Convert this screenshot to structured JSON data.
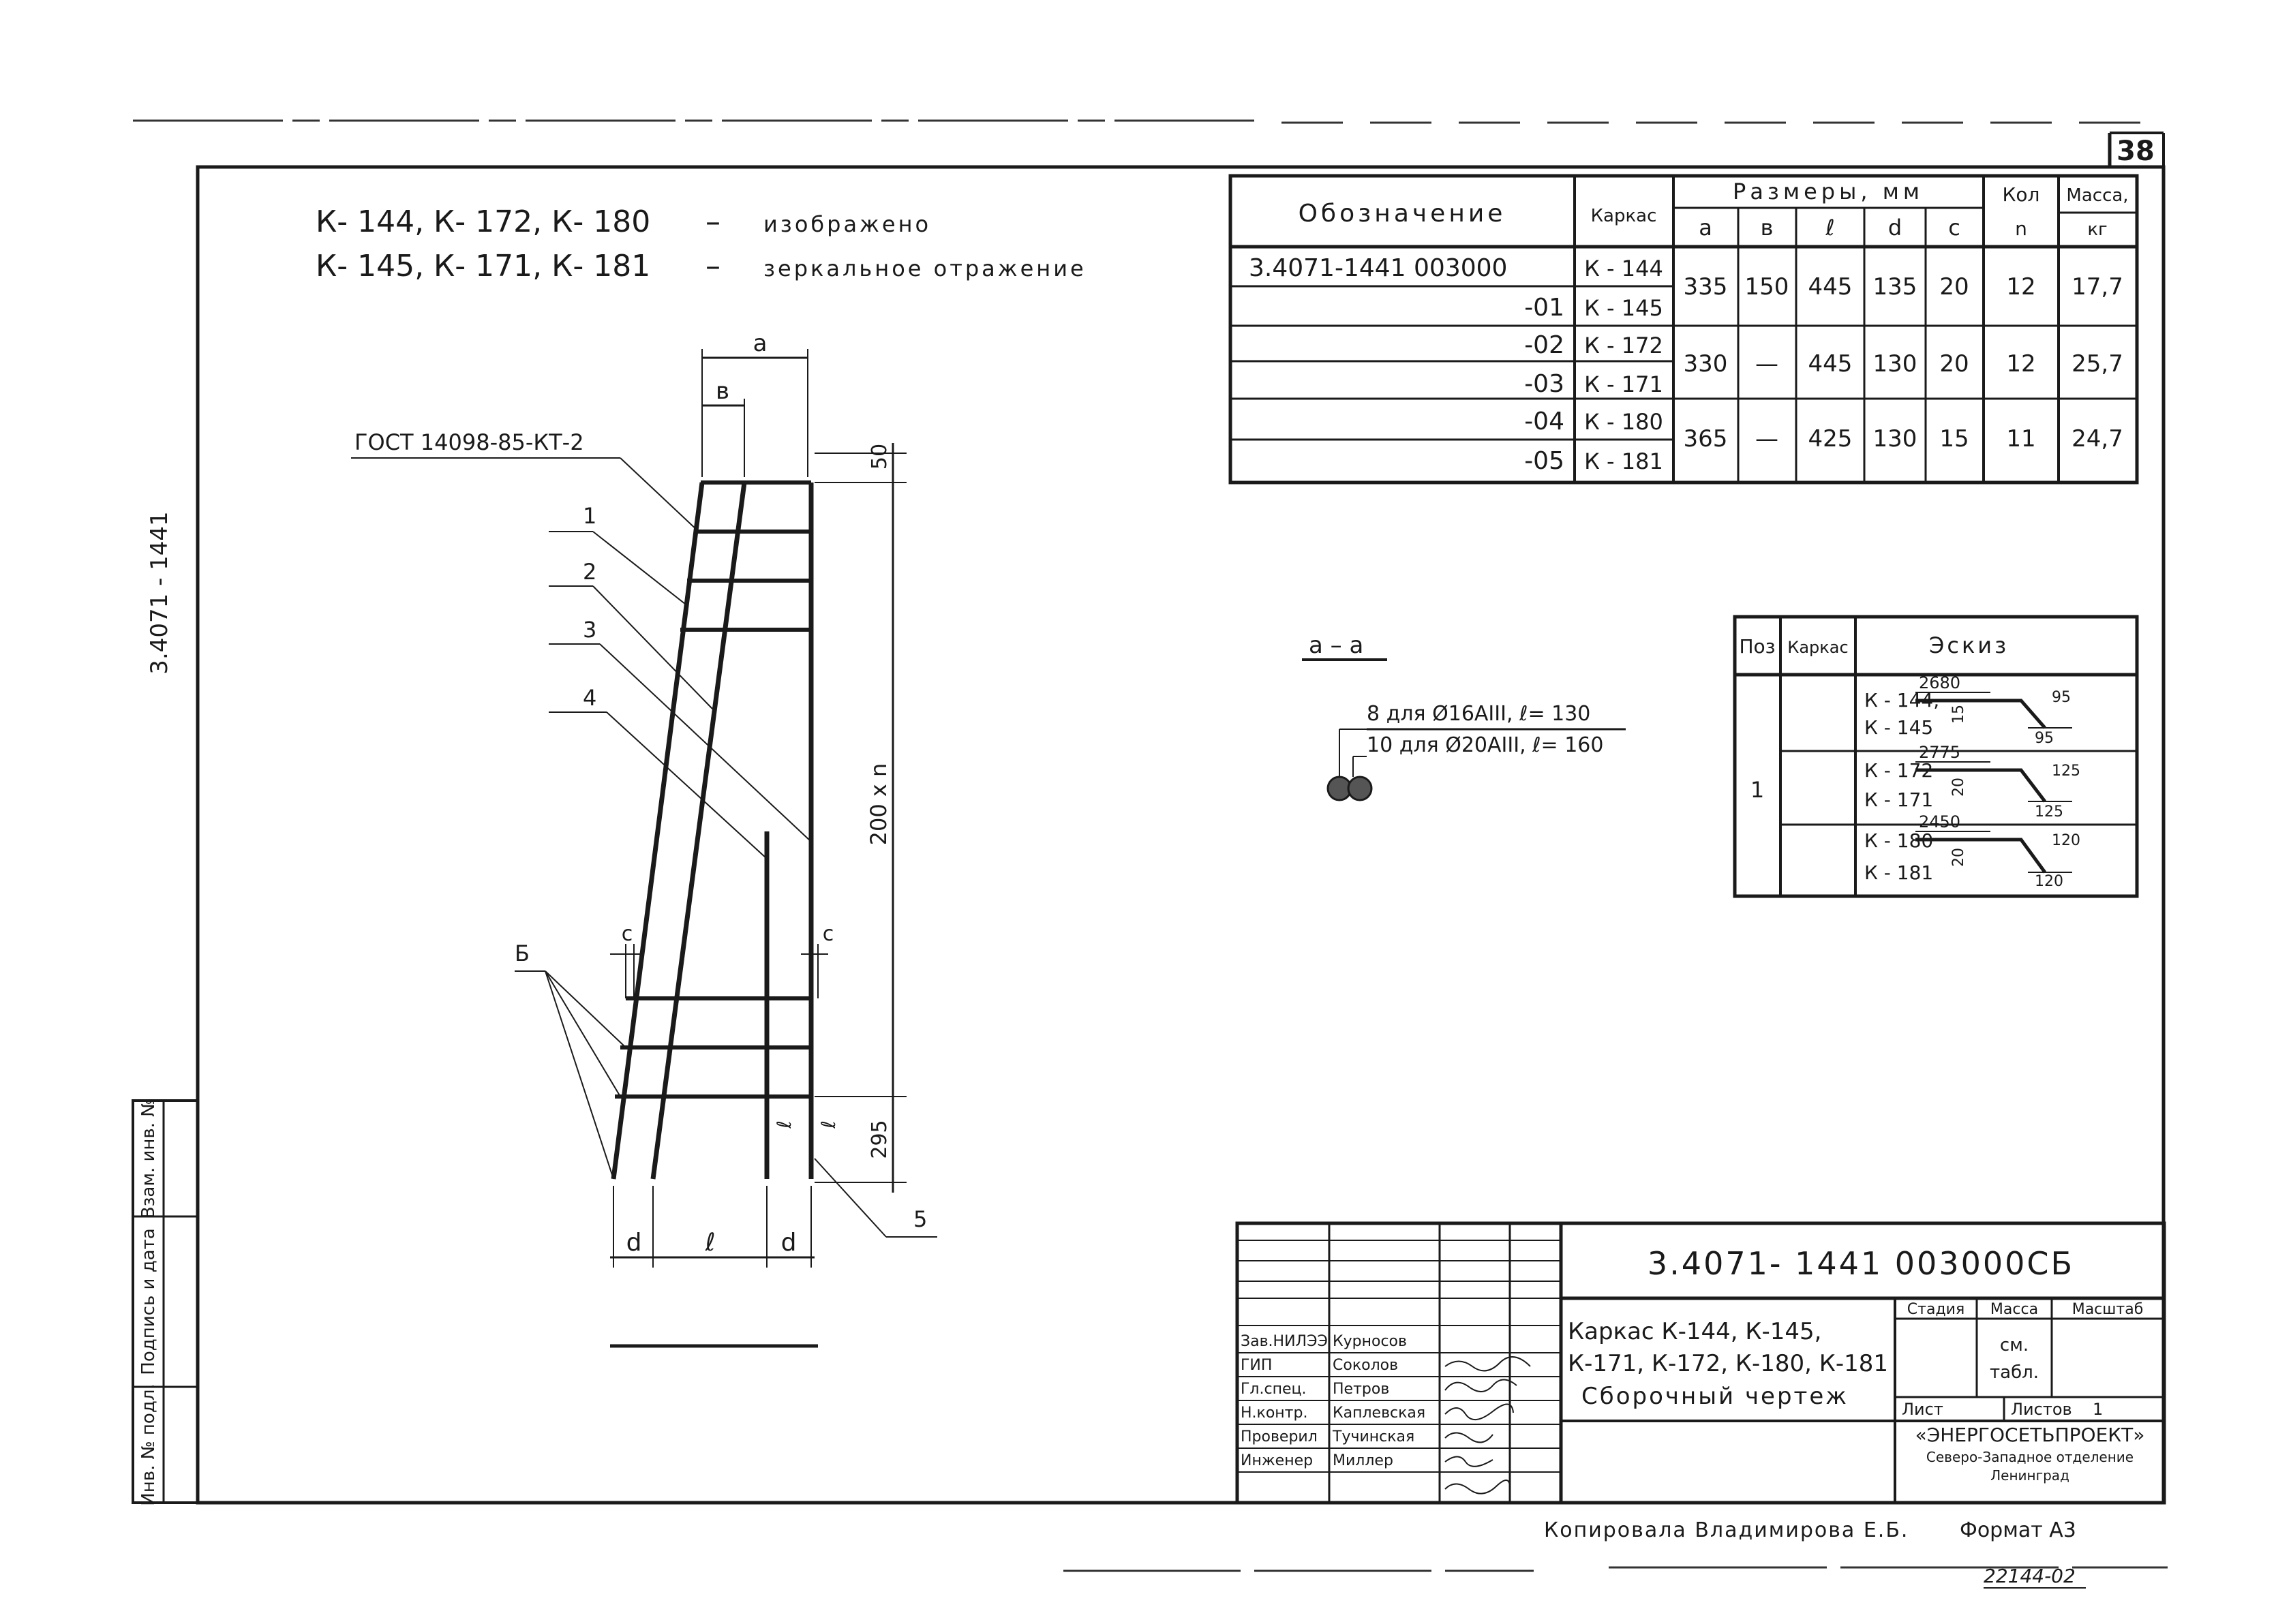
{
  "sheet_number": "38",
  "side_code": "3.4071 - 1441",
  "header_lines": [
    {
      "marks": "К- 144,  К- 172,  К- 180",
      "dash": "–",
      "text": "изображено"
    },
    {
      "marks": "К- 145,  К- 171,  К- 181",
      "dash": "–",
      "text": "зеркальное   отражение"
    }
  ],
  "main_table": {
    "headers": {
      "designation": "Обозначение",
      "frame": "Каркас",
      "dims": "Размеры, мм",
      "dim_cols": [
        "a",
        "в",
        "ℓ",
        "d",
        "c"
      ],
      "qty": "Кол",
      "qty_sub": "n",
      "mass": "Масса,",
      "mass_sub": "кг"
    },
    "designations": [
      "3.4071-1441 003000",
      "-01",
      "-02",
      "-03",
      "-04",
      "-05"
    ],
    "frames": [
      "К - 144",
      "К - 145",
      "К - 172",
      "К - 171",
      "К - 180",
      "К - 181"
    ],
    "groups": [
      {
        "a": "335",
        "b": "150",
        "l": "445",
        "d": "135",
        "c": "20",
        "n": "12",
        "mass": "17,7"
      },
      {
        "a": "330",
        "b": "—",
        "l": "445",
        "d": "130",
        "c": "20",
        "n": "12",
        "mass": "25,7"
      },
      {
        "a": "365",
        "b": "—",
        "l": "425",
        "d": "130",
        "c": "15",
        "n": "11",
        "mass": "24,7"
      }
    ]
  },
  "drawing": {
    "gost_label": "ГОСТ 14098-85-КТ-2",
    "callouts": [
      "1",
      "2",
      "3",
      "4",
      "5",
      "Б"
    ],
    "dims": {
      "a": "a",
      "b": "в",
      "top": "50",
      "span": "200 x n",
      "bottom": "295",
      "c_left": "c",
      "c_right": "c",
      "d_left": "d",
      "l": "ℓ",
      "d_right": "d",
      "l_small_1": "ℓ",
      "l_small_2": "ℓ"
    }
  },
  "section": {
    "title": "а – а",
    "note1": "8 для Ø16АIII,  ℓ= 130",
    "note2": "10 для Ø20АIII,  ℓ= 160"
  },
  "sketch_table": {
    "headers": {
      "pos": "Поз",
      "frame": "Каркас",
      "sketch": "Эскиз"
    },
    "pos": "1",
    "rows": [
      {
        "frames": [
          "К - 144,",
          "К - 145"
        ],
        "len": "2680",
        "h": "15",
        "a1": "95",
        "a2": "95"
      },
      {
        "frames": [
          "К - 172",
          "К - 171"
        ],
        "len": "2775",
        "h": "20",
        "a1": "125",
        "a2": "125"
      },
      {
        "frames": [
          "К - 180",
          "К - 181"
        ],
        "len": "2450",
        "h": "20",
        "a1": "120",
        "a2": "120"
      }
    ]
  },
  "stamp": {
    "code": "3.4071- 1441 003000СБ",
    "title_lines": [
      "Каркас  К-144, К-145,",
      "К-171, К-172, К-180, К-181",
      "Сборочный  чертеж"
    ],
    "stage_header": "Стадия",
    "mass_header": "Масса",
    "scale_header": "Масштаб",
    "mass_value_1": "см.",
    "mass_value_2": "табл.",
    "sheet_label": "Лист",
    "sheets_label": "Листов",
    "sheets_value": "1",
    "org": "«ЭНЕРГОСЕТЬПРОЕКТ»",
    "org_sub1": "Северо-Западное отделение",
    "org_sub2": "Ленинград",
    "signers": [
      {
        "role": "Зав.НИЛЭЭ",
        "name": "Курносов"
      },
      {
        "role": "ГИП",
        "name": "Соколов"
      },
      {
        "role": "Гл.спец.",
        "name": "Петров"
      },
      {
        "role": "Н.контр.",
        "name": "Каплевская"
      },
      {
        "role": "Проверил",
        "name": "Тучинская"
      },
      {
        "role": "Инженер",
        "name": "Миллер"
      }
    ]
  },
  "left_strip": [
    "Инв. № подл.",
    "Подпись и дата",
    "Взам. инв. №"
  ],
  "footer": {
    "copied": "Копировала  Владимирова Е.Б.",
    "format": "Формат А3",
    "number": "22144-02"
  }
}
